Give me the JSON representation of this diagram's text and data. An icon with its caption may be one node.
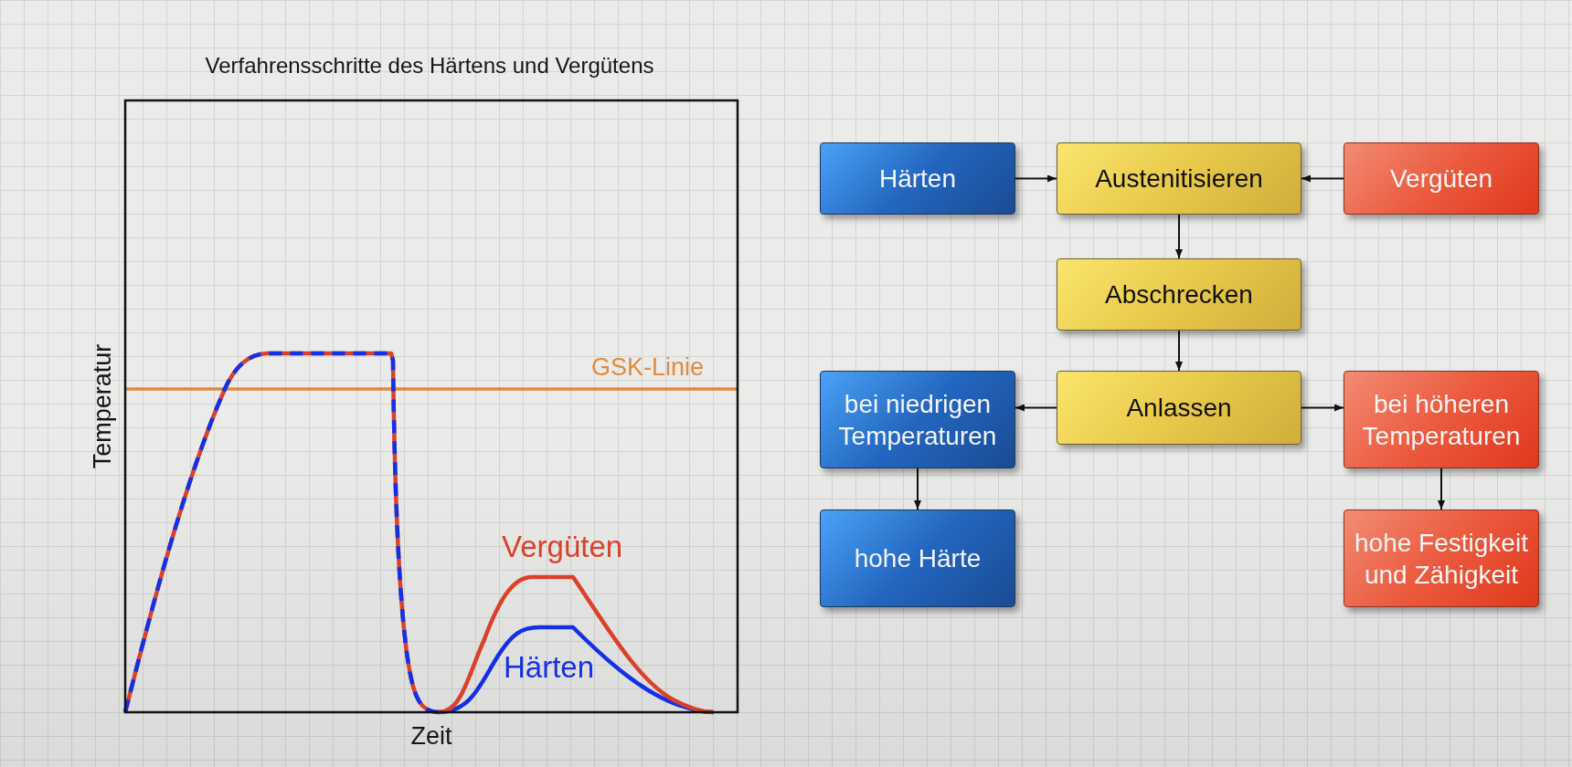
{
  "diagram": {
    "nodes": [
      {
        "text": [
          "Härten"
        ]
      },
      {
        "text": [
          "Austenitisieren"
        ]
      },
      {
        "text": [
          "Vergüten"
        ]
      },
      {
        "text": [
          "Abschrecken"
        ]
      },
      {
        "text": [
          "bei niedrigen Temperaturen"
        ]
      },
      {
        "text": [
          "Anlassen"
        ]
      },
      {
        "text": [
          "bei höheren Temperaturen"
        ]
      },
      {
        "text": [
          "hohe Härte"
        ]
      },
      {
        "text": [
          "hohe Festigkeit und Zähigkeit"
        ]
      }
    ],
    "edges": [
      {
        "from": 0,
        "to": 1,
        "arrow": "to"
      },
      {
        "from": 2,
        "to": 1,
        "arrow": "to"
      },
      {
        "from": 1,
        "to": 3,
        "arrow": "to"
      },
      {
        "from": 3,
        "to": 5,
        "arrow": "to"
      },
      {
        "from": 5,
        "to": 4,
        "arrow": "to"
      },
      {
        "from": 5,
        "to": 6,
        "arrow": "to"
      },
      {
        "from": 4,
        "to": 7,
        "arrow": "to"
      },
      {
        "from": 6,
        "to": 8,
        "arrow": "to"
      }
    ],
    "labels": [
      "Verfahrensschritte des Härtens und Vergütens",
      "GSK-Linie",
      "Temperatur",
      "Vergüten",
      "Härten",
      "Zeit"
    ]
  }
}
